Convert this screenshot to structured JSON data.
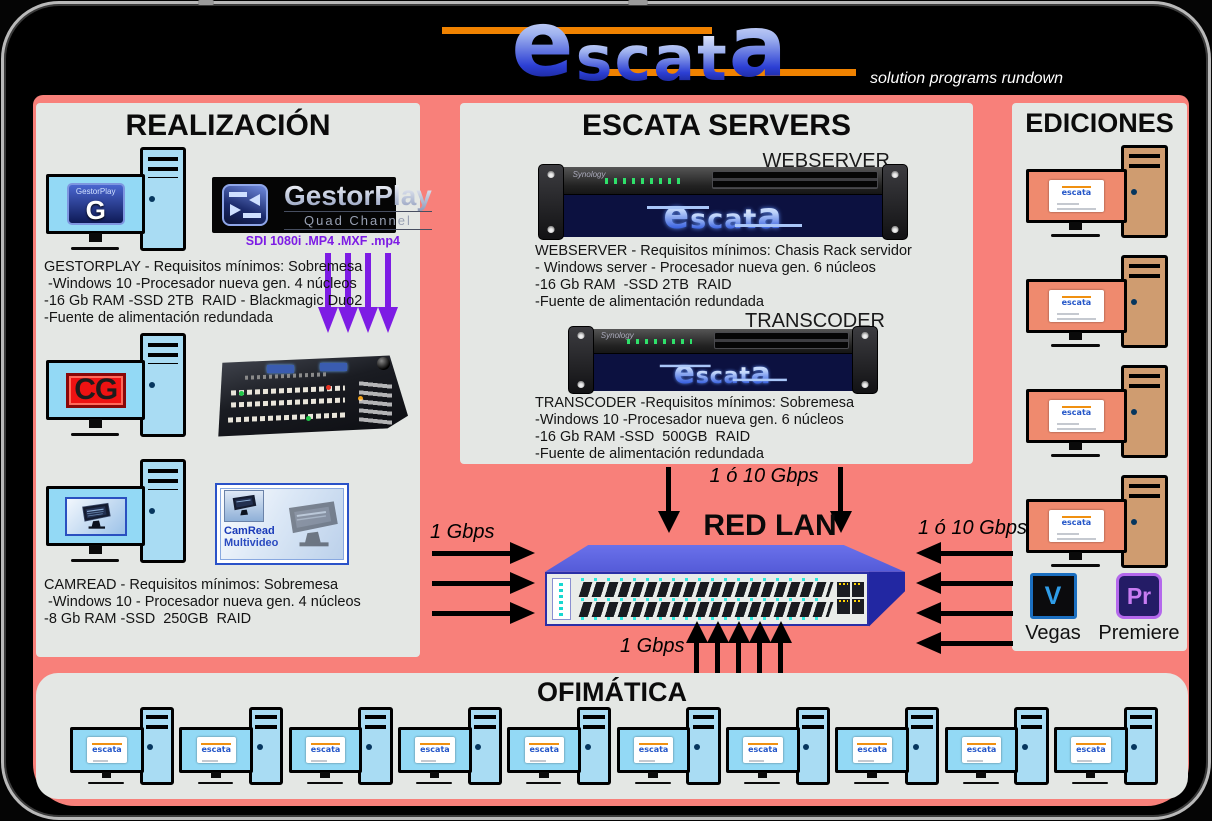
{
  "header": {
    "logo": {
      "first": "e",
      "mid": "scat",
      "last": "a"
    },
    "tagline": "solution programs rundown"
  },
  "login_dialog": {
    "title": "escata"
  },
  "sections": {
    "realizacion": {
      "title": "REALIZACIÓN",
      "gestorplay_box": {
        "name": "GestorPlay",
        "subtitle": "Quad Channel"
      },
      "monitor_logo_name": "GestorPlay",
      "monitor_logo_letter": "G",
      "sdi_label": "SDI 1080i .MP4 .MXF .mp4",
      "gestorplay_specs": [
        "GESTORPLAY - Requisitos mínimos: Sobremesa",
        " -Windows 10 -Procesador nueva gen. 4 núcleos",
        "-16 Gb RAM -SSD 2TB  RAID - Blackmagic Duo2",
        "-Fuente de alimentación redundada"
      ],
      "cg_label": "CG",
      "camread_box": {
        "line1": "CamRead",
        "line2": "Multivideo"
      },
      "camread_specs": [
        "CAMREAD - Requisitos mínimos: Sobremesa",
        " -Windows 10 - Procesador nueva gen. 4 núcleos",
        "-8 Gb RAM -SSD  250GB  RAID"
      ]
    },
    "servers": {
      "title": "ESCATA SERVERS",
      "rack_brand": "Synology",
      "rack_logo": {
        "first": "e",
        "mid": "scat",
        "last": "a"
      },
      "webserver_label": "WEBSERVER",
      "webserver_specs": [
        "WEBSERVER - Requisitos mínimos: Chasis Rack servidor",
        "- Windows server - Procesador nueva gen. 6 núcleos",
        "-16 Gb RAM  -SSD 2TB  RAID",
        "-Fuente de alimentación redundada"
      ],
      "transcoder_label": "TRANSCODER",
      "transcoder_specs": [
        "TRANSCODER -Requisitos mínimos: Sobremesa",
        "-Windows 10 -Procesador nueva gen. 6 núcleos",
        "-16 Gb RAM -SSD  500GB  RAID",
        "-Fuente de alimentación redundada"
      ]
    },
    "network": {
      "title": "RED LAN",
      "top_bandwidth": "1 ó 10 Gbps",
      "left_bandwidth": "1 Gbps",
      "right_bandwidth": "1 ó 10 Gbps",
      "bottom_bandwidth": "1 Gbps"
    },
    "ediciones": {
      "title": "EDICIONES",
      "apps": [
        {
          "label": "Vegas",
          "icon_letter": "V"
        },
        {
          "label": "Premiere",
          "icon_letter": "Pr"
        }
      ]
    },
    "ofimatica": {
      "title": "OFIMÁTICA",
      "workstation_count": 10
    }
  },
  "colors": {
    "background_accent": "#f8807a",
    "panel": "#e4e7e4",
    "logo_orange": "#f08200",
    "logo_blue": "#2436d0",
    "arrow_purple": "#7d1ce4",
    "arrow_black": "#000000"
  }
}
